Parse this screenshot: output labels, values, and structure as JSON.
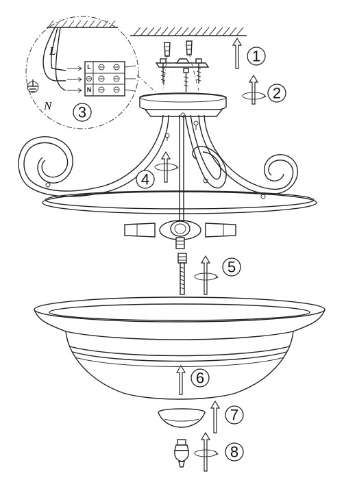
{
  "steps": [
    {
      "label": "1"
    },
    {
      "label": "2"
    },
    {
      "label": "3"
    },
    {
      "label": "4"
    },
    {
      "label": "5"
    },
    {
      "label": "6"
    },
    {
      "label": "7"
    },
    {
      "label": "8"
    }
  ],
  "wiring": {
    "live": "L",
    "neutral": "N",
    "terminal_live": "L",
    "terminal_neutral": "N"
  }
}
